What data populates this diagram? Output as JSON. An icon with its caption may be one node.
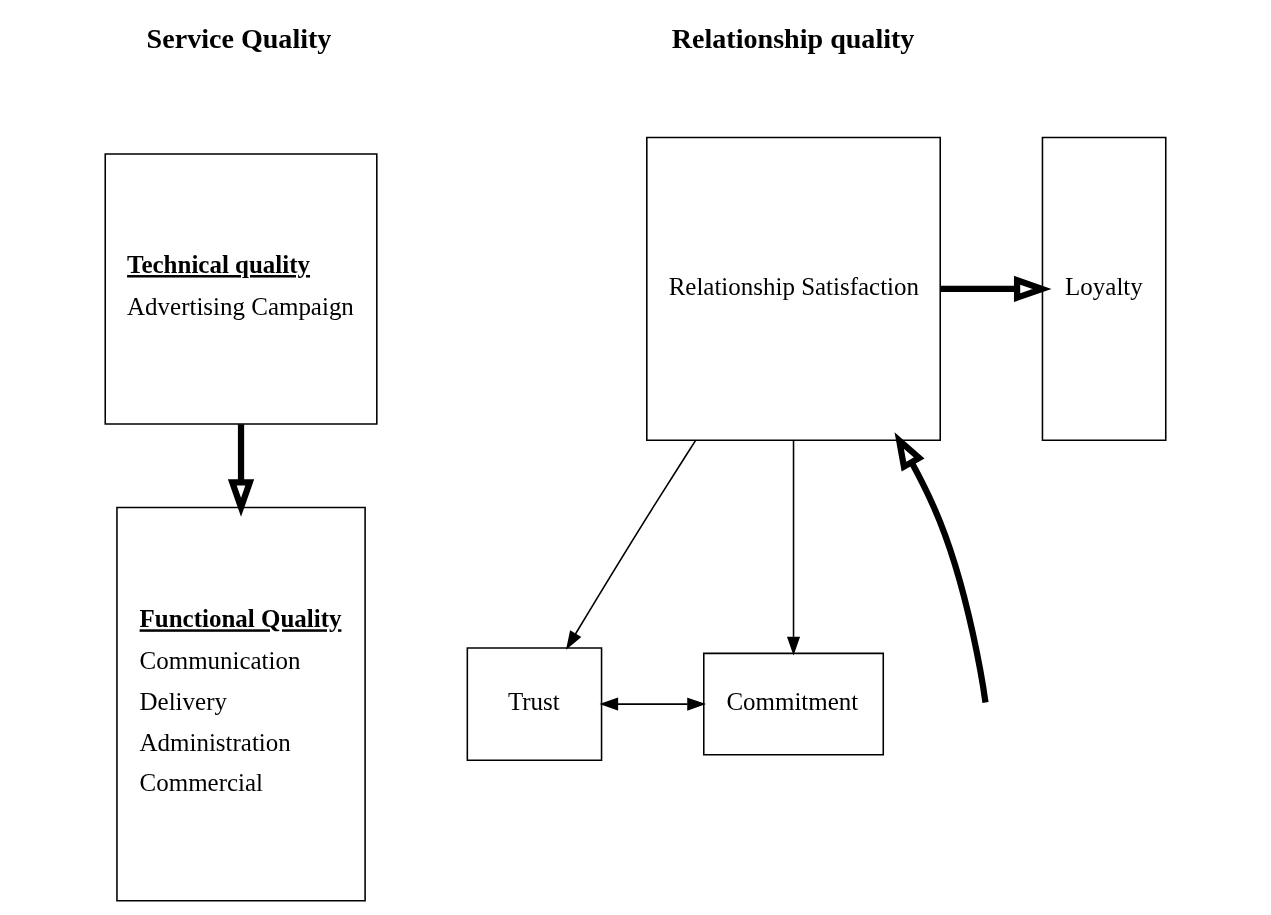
{
  "diagram": {
    "nodes": [
      {
        "text": [
          "Technical quality",
          "Advertising Campaign"
        ]
      },
      {
        "text": [
          "Functional Quality",
          "Communication",
          "Delivery",
          "Administration",
          "Commercial"
        ]
      },
      {
        "text": [
          "Relationship Satisfaction"
        ]
      },
      {
        "text": [
          "Loyalty"
        ]
      },
      {
        "text": [
          "Trust"
        ]
      },
      {
        "text": [
          "Commitment"
        ]
      }
    ],
    "edges": [
      {
        "from": 0,
        "to": 1,
        "arrow": "to",
        "style": "thick"
      },
      {
        "from": null,
        "to": 2,
        "arrow": "to",
        "style": "thick"
      },
      {
        "from": 2,
        "to": 3,
        "arrow": "to",
        "style": "thick"
      },
      {
        "from": 2,
        "to": 4,
        "arrow": "to"
      },
      {
        "from": 2,
        "to": 5,
        "arrow": "to"
      },
      {
        "from": 4,
        "to": 5,
        "arrow": "both"
      }
    ],
    "labels": [
      "Service Quality",
      "Relationship quality"
    ]
  }
}
